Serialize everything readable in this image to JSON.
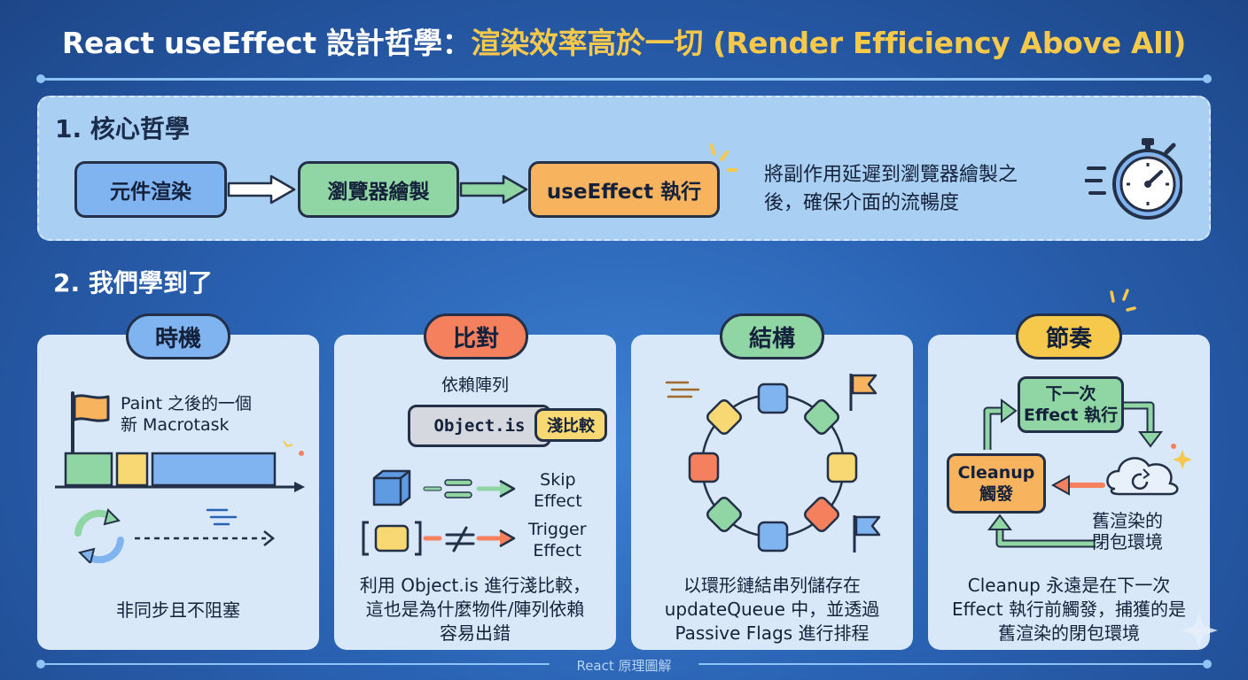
{
  "title": {
    "prefix": "React useEffect 設計哲學：",
    "highlight": "渲染效率高於一切 (Render Efficiency Above All)"
  },
  "section1": {
    "heading": "1. 核心哲學",
    "steps": [
      "元件渲染",
      "瀏覽器繪製",
      "useEffect 執行"
    ],
    "description_line1": "將副作用延遲到瀏覽器繪製之",
    "description_line2": "後，確保介面的流暢度",
    "icon": "stopwatch-icon"
  },
  "section2": {
    "heading": "2. 我們學到了"
  },
  "cards": {
    "timing": {
      "title": "時機",
      "note_line1": "Paint 之後的一個",
      "note_line2": "新 Macrotask",
      "caption": "非同步且不阻塞"
    },
    "compare": {
      "title": "比對",
      "dep_label": "依賴陣列",
      "object_is": "Object.is",
      "shallow": "淺比較",
      "skip_line1": "Skip",
      "skip_line2": "Effect",
      "trigger_line1": "Trigger",
      "trigger_line2": "Effect",
      "caption_line1": "利用 Object.is 進行淺比較，",
      "caption_line2": "這也是為什麼物件/陣列依賴",
      "caption_line3": "容易出錯"
    },
    "structure": {
      "title": "結構",
      "caption_line1": "以環形鏈結串列儲存在",
      "caption_line2": "updateQueue 中，並透過",
      "caption_line3": "Passive Flags 進行排程"
    },
    "rhythm": {
      "title": "節奏",
      "next_line1": "下一次",
      "next_line2": "Effect 執行",
      "cleanup_line1": "Cleanup",
      "cleanup_line2": "觸發",
      "closure_line1": "舊渲染的",
      "closure_line2": "閉包環境",
      "caption_line1": "Cleanup 永遠是在下一次",
      "caption_line2": "Effect 執行前觸發，捕獲的是",
      "caption_line3": "舊渲染的閉包環境"
    }
  },
  "footer": "React 原理圖解",
  "colors": {
    "blue": "#7fb4f0",
    "green": "#8fd6a4",
    "orange": "#f7b35e",
    "coral": "#f5805e",
    "yellow": "#f7d873",
    "accent": "#f6c94c"
  }
}
